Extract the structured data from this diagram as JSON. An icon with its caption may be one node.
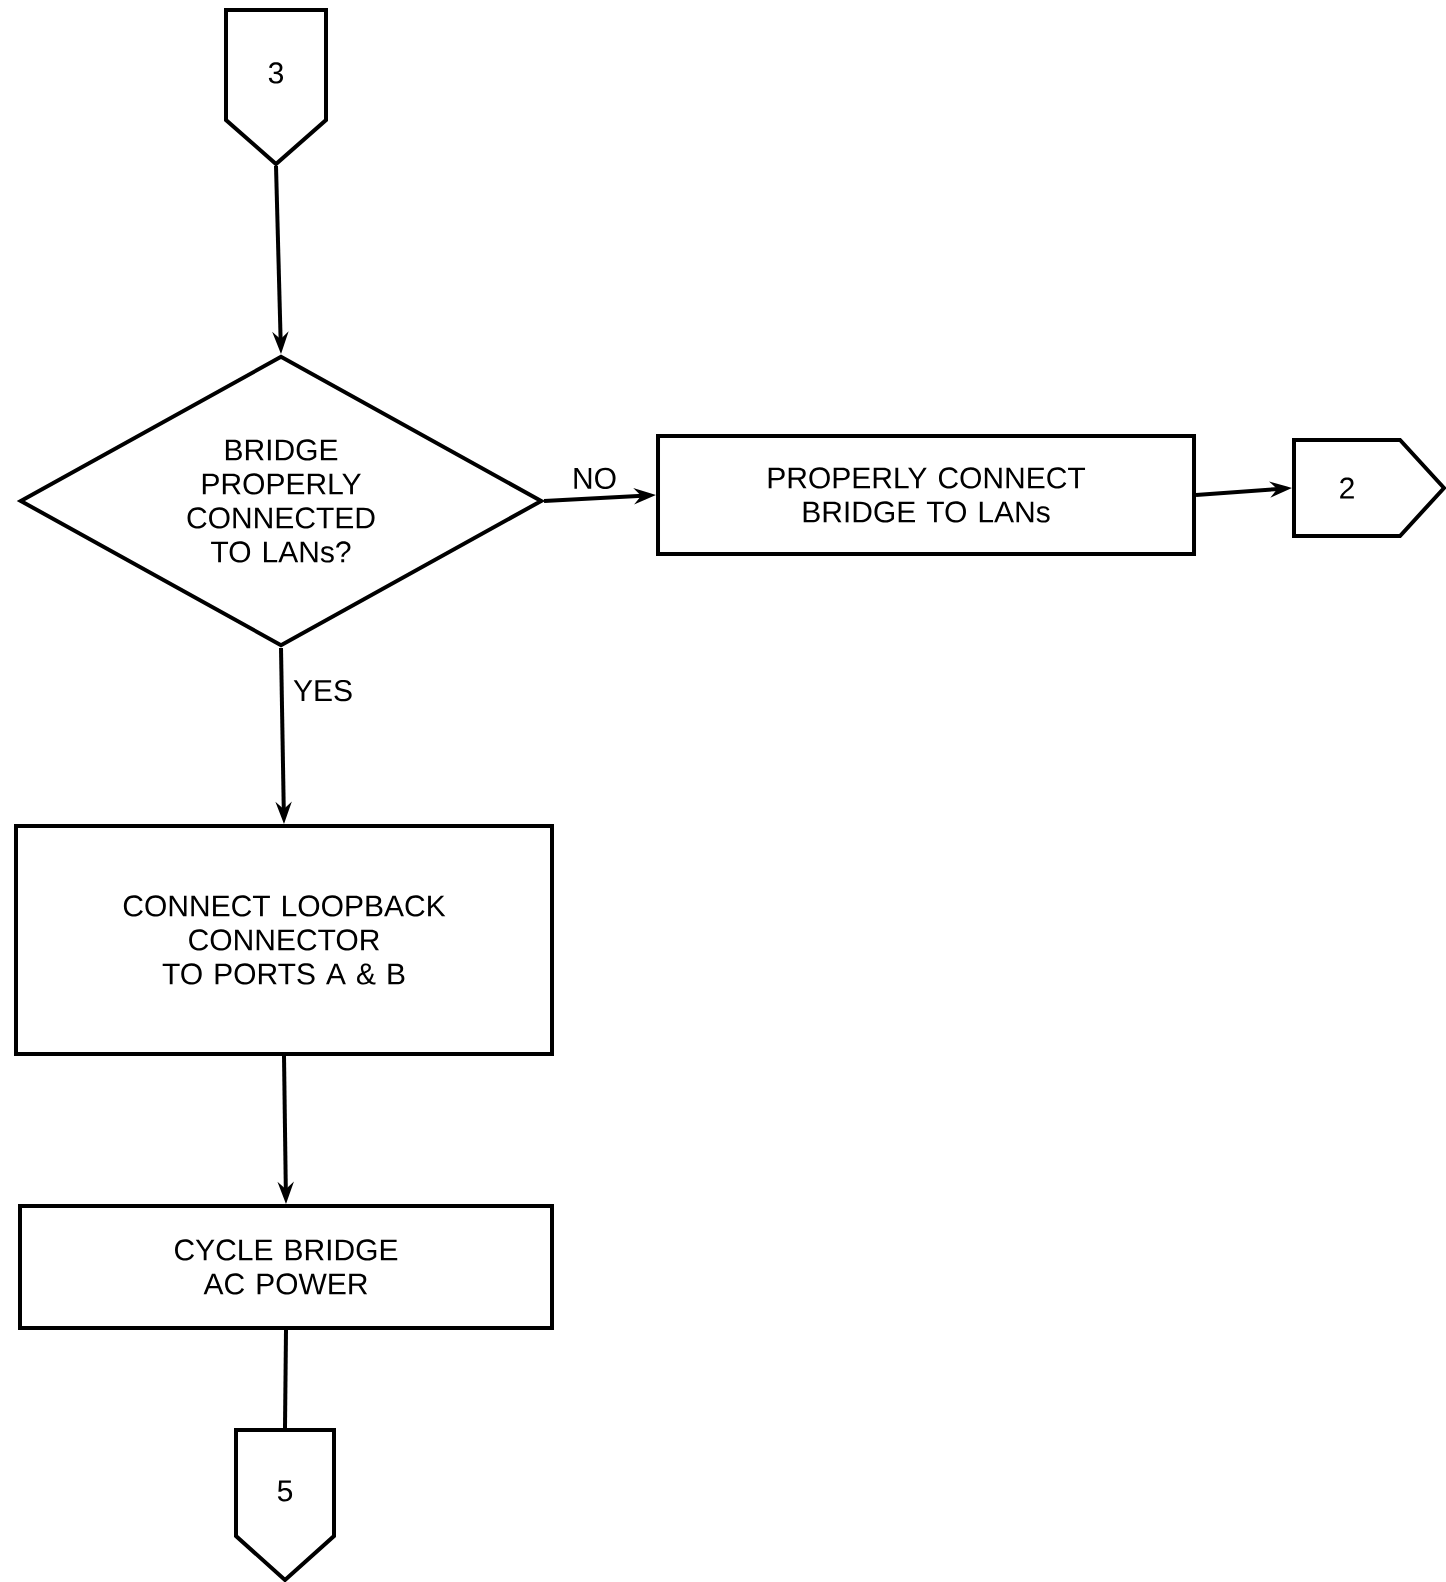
{
  "diagram": {
    "nodes": [
      {
        "text": [
          "3"
        ]
      },
      {
        "text": [
          "BRIDGE PROPERLY CONNECTED TO LANs?"
        ]
      },
      {
        "text": [
          "PROPERLY CONNECT BRIDGE TO LANs"
        ]
      },
      {
        "text": [
          "2"
        ]
      },
      {
        "text": [
          "CONNECT LOOPBACK CONNECTOR TO PORTS A & B"
        ]
      },
      {
        "text": [
          "CYCLE BRIDGE AC POWER"
        ]
      },
      {
        "text": [
          "5"
        ]
      }
    ],
    "edges": [
      {
        "from": 0,
        "to": 1,
        "arrow": "to"
      },
      {
        "from": 1,
        "to": 2,
        "arrow": "to",
        "label": "NO"
      },
      {
        "from": 2,
        "to": 3,
        "arrow": "to"
      },
      {
        "from": 1,
        "to": 4,
        "arrow": "to",
        "label": "YES"
      },
      {
        "from": 4,
        "to": 5,
        "arrow": "to"
      },
      {
        "from": 5,
        "to": 6,
        "arrow": "none"
      }
    ]
  }
}
